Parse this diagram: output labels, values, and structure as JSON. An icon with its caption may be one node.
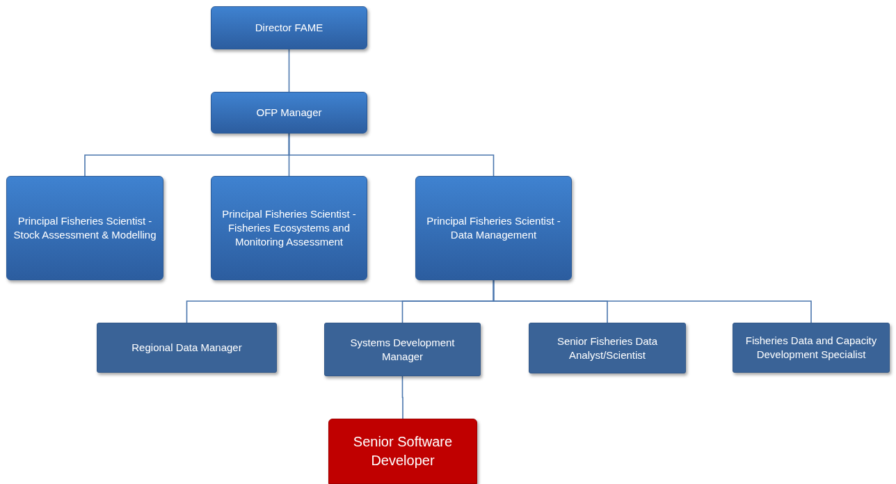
{
  "diagram": {
    "nodes": [
      {
        "text": [
          "Director FAME"
        ]
      },
      {
        "text": [
          "OFP Manager"
        ]
      },
      {
        "text": [
          "Principal Fisheries Scientist - Stock Assessment & Modelling"
        ]
      },
      {
        "text": [
          "Principal Fisheries Scientist - Fisheries Ecosystems and Monitoring Assessment"
        ]
      },
      {
        "text": [
          "Principal Fisheries Scientist - Data Management"
        ]
      },
      {
        "text": [
          "Regional Data Manager"
        ]
      },
      {
        "text": [
          "Systems Development Manager"
        ]
      },
      {
        "text": [
          "Senior Fisheries Data Analyst/Scientist"
        ]
      },
      {
        "text": [
          "Fisheries Data and Capacity Development Specialist"
        ]
      },
      {
        "text": [
          "Senior Software Developer"
        ]
      }
    ],
    "edges": [
      {
        "from": 0,
        "to": 1,
        "arrow": "none"
      },
      {
        "from": 1,
        "to": 2,
        "arrow": "none"
      },
      {
        "from": 1,
        "to": 3,
        "arrow": "none"
      },
      {
        "from": 1,
        "to": 4,
        "arrow": "none"
      },
      {
        "from": 4,
        "to": 5,
        "arrow": "none"
      },
      {
        "from": 4,
        "to": 6,
        "arrow": "none"
      },
      {
        "from": 4,
        "to": 7,
        "arrow": "none"
      },
      {
        "from": 4,
        "to": 8,
        "arrow": "none"
      },
      {
        "from": 6,
        "to": 9,
        "arrow": "none"
      }
    ]
  }
}
